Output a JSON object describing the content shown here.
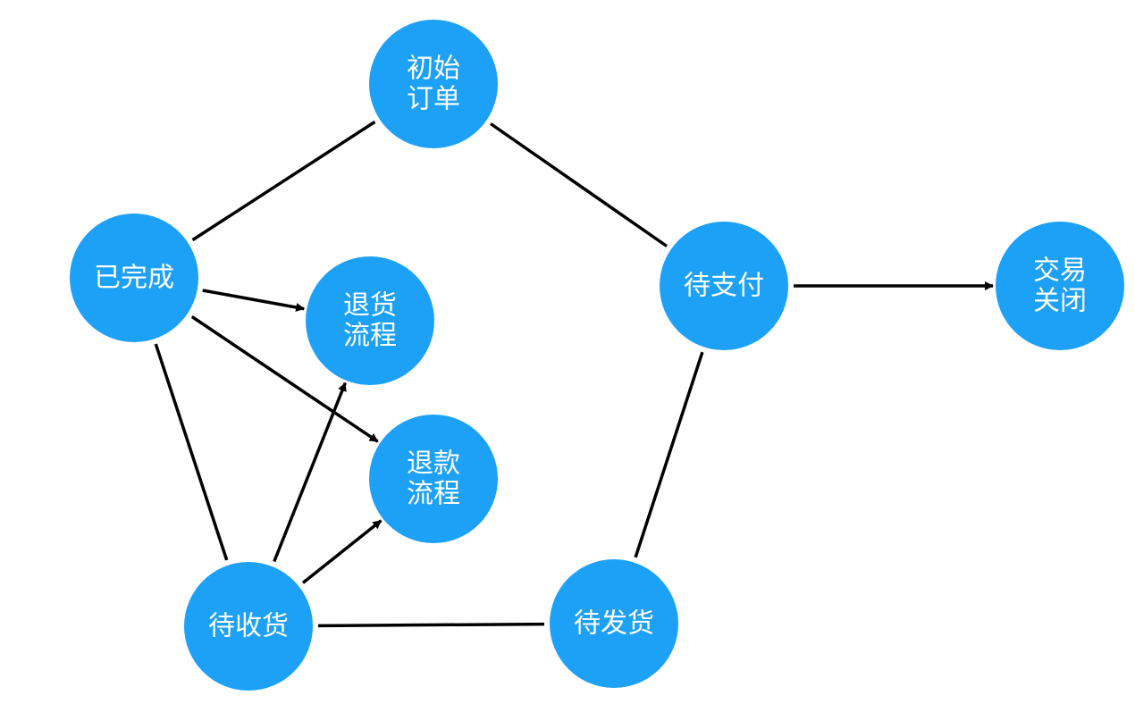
{
  "diagram": {
    "nodes": [
      {
        "id": "initial",
        "lines": [
          "初始",
          "订单"
        ]
      },
      {
        "id": "completed",
        "lines": [
          "已完成"
        ]
      },
      {
        "id": "return",
        "lines": [
          "退货",
          "流程"
        ]
      },
      {
        "id": "pending-payment",
        "lines": [
          "待支付"
        ]
      },
      {
        "id": "closed",
        "lines": [
          "交易",
          "关闭"
        ]
      },
      {
        "id": "refund",
        "lines": [
          "退款",
          "流程"
        ]
      },
      {
        "id": "pending-receipt",
        "lines": [
          "待收货"
        ]
      },
      {
        "id": "pending-shipment",
        "lines": [
          "待发货"
        ]
      }
    ],
    "edges": [
      {
        "from": "completed",
        "to": "initial",
        "directed": false
      },
      {
        "from": "initial",
        "to": "pending-payment",
        "directed": false
      },
      {
        "from": "pending-payment",
        "to": "closed",
        "directed": true
      },
      {
        "from": "pending-payment",
        "to": "pending-shipment",
        "directed": false
      },
      {
        "from": "pending-shipment",
        "to": "pending-receipt",
        "directed": false
      },
      {
        "from": "pending-receipt",
        "to": "completed",
        "directed": false
      },
      {
        "from": "completed",
        "to": "return",
        "directed": true
      },
      {
        "from": "completed",
        "to": "refund",
        "directed": true
      },
      {
        "from": "pending-receipt",
        "to": "return",
        "directed": true
      },
      {
        "from": "pending-receipt",
        "to": "refund",
        "directed": true
      }
    ],
    "colors": {
      "node_fill": "#1da1f7",
      "node_text": "#ffffff",
      "edge": "#000000"
    }
  }
}
